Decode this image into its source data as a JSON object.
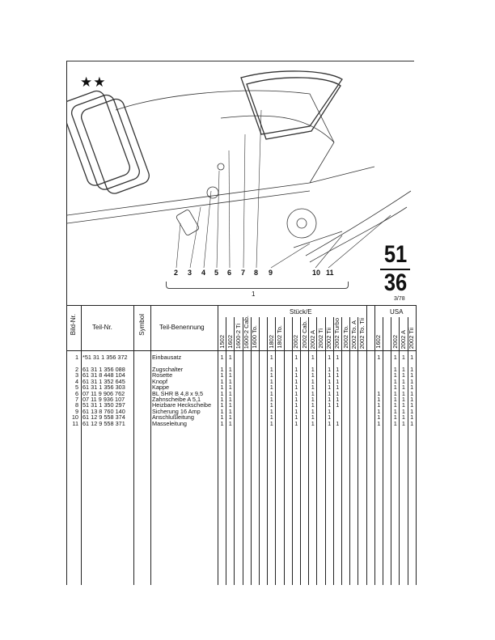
{
  "marker": "★★",
  "callouts": [
    "2",
    "3",
    "4",
    "5",
    "6",
    "7",
    "8",
    "9",
    "10",
    "11"
  ],
  "assembly_callout": "1",
  "group": {
    "main": "51",
    "sub": "36"
  },
  "date": "3/78",
  "table": {
    "headers": {
      "bild_nr": "Bild-Nr.",
      "teil_nr": "Teil-Nr.",
      "symbol": "Symbol",
      "benennung": "Teil-Benennung",
      "stueck": "Stück/E",
      "usa": "USA"
    },
    "model_columns": [
      "1502",
      "1602",
      "1600-2 Ti",
      "1600-2 Cab.",
      "1600 To.",
      "",
      "1802",
      "1802 To.",
      "",
      "2002",
      "2002 Cab.",
      "2002 A",
      "2002 Ti",
      "2002 Tii",
      "2002 Turbo",
      "2002 To.",
      "2002 To. A",
      "2002 To. Tii",
      "",
      "1602",
      "",
      "2002",
      "2002 A",
      "2002 Tii"
    ],
    "rows": [
      {
        "nr": "1",
        "teil": "*51 31 1 356 372",
        "name": "Einbausatz",
        "qty": [
          "1",
          "1",
          "",
          "",
          "",
          "",
          "1",
          "",
          "",
          "1",
          "",
          "1",
          "",
          "1",
          "1",
          "",
          "",
          "",
          "",
          "1",
          "",
          "1",
          "1",
          "1"
        ]
      },
      {
        "nr": "2",
        "teil": "61 31 1 356 088",
        "name": "Zugschalter",
        "qty": [
          "1",
          "1",
          "",
          "",
          "",
          "",
          "1",
          "",
          "",
          "1",
          "",
          "1",
          "",
          "1",
          "1",
          "",
          "",
          "",
          "",
          "",
          "",
          "1",
          "1",
          "1"
        ]
      },
      {
        "nr": "3",
        "teil": "61 31 8 448 104",
        "name": "Rosette",
        "qty": [
          "1",
          "1",
          "",
          "",
          "",
          "",
          "1",
          "",
          "",
          "1",
          "",
          "1",
          "",
          "1",
          "1",
          "",
          "",
          "",
          "",
          "",
          "",
          "1",
          "1",
          "1"
        ]
      },
      {
        "nr": "4",
        "teil": "61 31 1 352 645",
        "name": "Knopf",
        "qty": [
          "1",
          "1",
          "",
          "",
          "",
          "",
          "1",
          "",
          "",
          "1",
          "",
          "1",
          "",
          "1",
          "1",
          "",
          "",
          "",
          "",
          "",
          "",
          "1",
          "1",
          "1"
        ]
      },
      {
        "nr": "5",
        "teil": "61 31 1 356 303",
        "name": "Kappe",
        "qty": [
          "1",
          "1",
          "",
          "",
          "",
          "",
          "1",
          "",
          "",
          "1",
          "",
          "1",
          "",
          "1",
          "1",
          "",
          "",
          "",
          "",
          "",
          "",
          "1",
          "1",
          "1"
        ]
      },
      {
        "nr": "6",
        "teil": "07 11 9 906 762",
        "name": "BL SHR B 4,8 x 9,5",
        "qty": [
          "1",
          "1",
          "",
          "",
          "",
          "",
          "1",
          "",
          "",
          "1",
          "",
          "1",
          "",
          "1",
          "1",
          "",
          "",
          "",
          "",
          "1",
          "",
          "1",
          "1",
          "1"
        ]
      },
      {
        "nr": "7",
        "teil": "07 11 9 936 107",
        "name": "Zahnscheibe A 5,1",
        "qty": [
          "1",
          "1",
          "",
          "",
          "",
          "",
          "1",
          "",
          "",
          "1",
          "",
          "1",
          "",
          "1",
          "1",
          "",
          "",
          "",
          "",
          "1",
          "",
          "1",
          "1",
          "1"
        ]
      },
      {
        "nr": "8",
        "teil": "51 31 1 350 297",
        "name": "Heizbare Heckscheibe",
        "qty": [
          "1",
          "1",
          "",
          "",
          "",
          "",
          "1",
          "",
          "",
          "1",
          "",
          "1",
          "",
          "1",
          "1",
          "",
          "",
          "",
          "",
          "1",
          "",
          "1",
          "1",
          "1"
        ]
      },
      {
        "nr": "9",
        "teil": "61 13 8 760 140",
        "name": "Sicherung 16 Amp",
        "qty": [
          "1",
          "1",
          "",
          "",
          "",
          "",
          "1",
          "",
          "",
          "1",
          "",
          "1",
          "",
          "1",
          "",
          "",
          "",
          "",
          "",
          "1",
          "",
          "1",
          "1",
          "1"
        ]
      },
      {
        "nr": "10",
        "teil": "61 12 9 558 374",
        "name": "Anschlußleitung",
        "qty": [
          "1",
          "1",
          "",
          "",
          "",
          "",
          "1",
          "",
          "",
          "1",
          "",
          "1",
          "",
          "1",
          "",
          "",
          "",
          "",
          "",
          "1",
          "",
          "1",
          "1",
          "1"
        ]
      },
      {
        "nr": "11",
        "teil": "61 12 9 558 371",
        "name": "Masseleitung",
        "qty": [
          "1",
          "1",
          "",
          "",
          "",
          "",
          "1",
          "",
          "",
          "1",
          "",
          "1",
          "",
          "1",
          "1",
          "",
          "",
          "",
          "",
          "1",
          "",
          "1",
          "1",
          "1"
        ]
      }
    ]
  }
}
